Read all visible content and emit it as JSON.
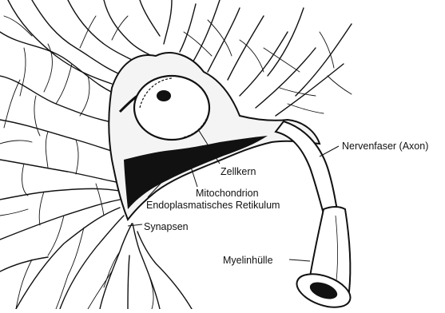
{
  "labels": {
    "axon": "Nervenfaser (Axon)",
    "nucleus": "Zellkern",
    "mitochondrion": "Mitochondrion",
    "er": "Endoplasmatisches Retikulum",
    "synapses": "Synapsen",
    "myelin": "Myelinhülle"
  },
  "colors": {
    "ink": "#111111",
    "paper": "#ffffff"
  }
}
